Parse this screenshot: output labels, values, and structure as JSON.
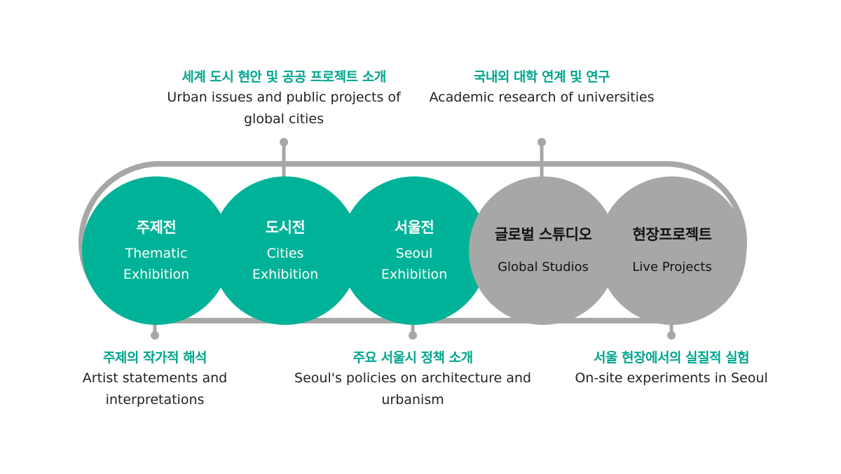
{
  "colors": {
    "teal": "#00b398",
    "teal_text": "#00a58d",
    "grey": "#a6a8a6",
    "track": "#a6a8a6"
  },
  "circles": [
    {
      "ko": "주제전",
      "en": "Thematic\nExhibition",
      "style": "teal"
    },
    {
      "ko": "도시전",
      "en": "Cities\nExhibition",
      "style": "teal"
    },
    {
      "ko": "서울전",
      "en": "Seoul\nExhibition",
      "style": "teal"
    },
    {
      "ko": "글로벌 스튜디오",
      "en": "Global Studios",
      "style": "grey"
    },
    {
      "ko": "현장프로젝트",
      "en": "Live Projects",
      "style": "grey"
    }
  ],
  "top_annotations": [
    {
      "ko": "세계 도시 현안 및 공공 프로젝트 소개",
      "en": "Urban issues and public projects of\nglobal cities"
    },
    {
      "ko": "국내외 대학 연계 및 연구",
      "en": "Academic research of universities"
    }
  ],
  "bottom_annotations": [
    {
      "ko": "주제의 작가적 해석",
      "en": "Artist statements and\ninterpretations"
    },
    {
      "ko": "주요 서울시 정책 소개",
      "en": "Seoul's policies on architecture and\nurbanism"
    },
    {
      "ko": "서울 현장에서의 실질적 실험",
      "en": "On-site experiments in Seoul"
    }
  ]
}
